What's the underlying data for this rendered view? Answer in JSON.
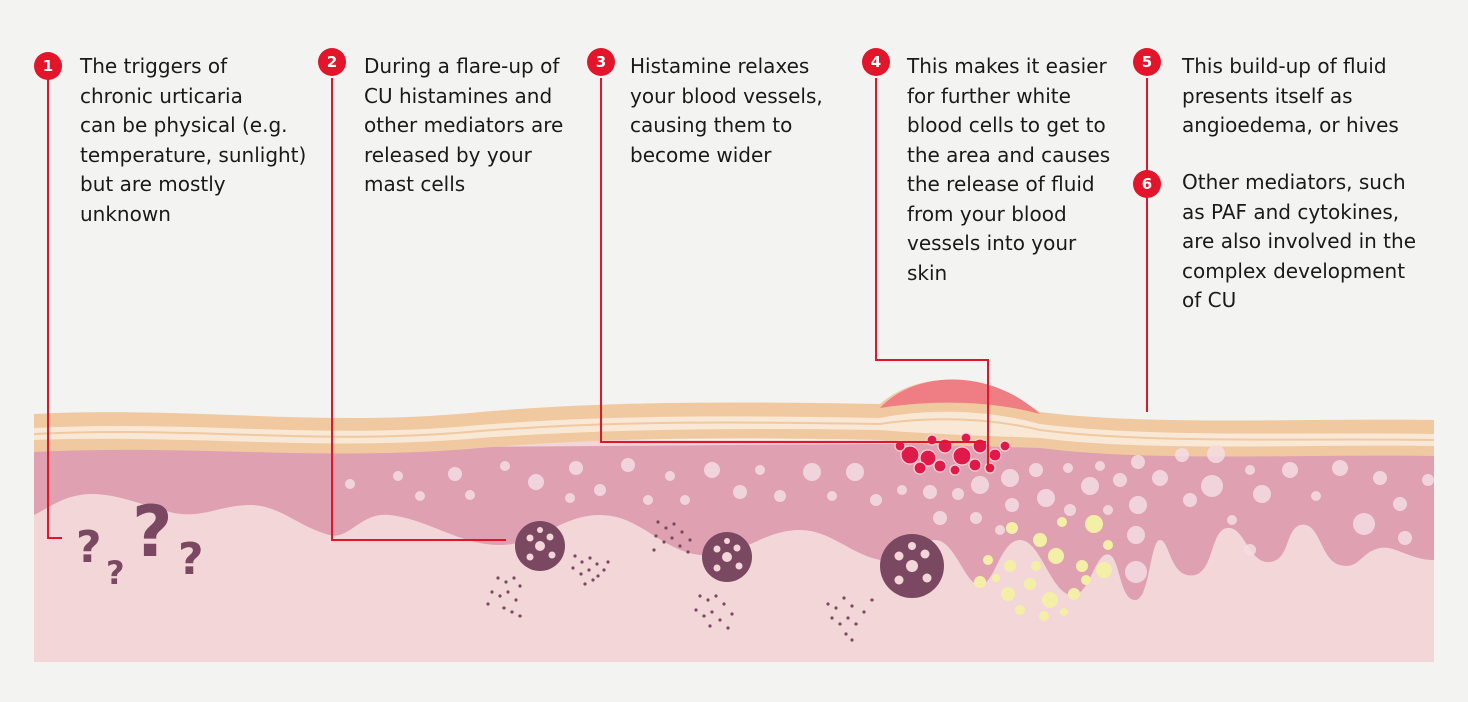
{
  "steps": [
    {
      "number": "1",
      "lines": [
        "The triggers of",
        "chronic urticaria",
        "can be physical (e.g.",
        "temperature, sunlight)",
        "but are mostly",
        "unknown"
      ]
    },
    {
      "number": "2",
      "lines": [
        "During a flare-up of",
        "CU histamines and",
        "other mediators are",
        "released by your",
        "mast cells"
      ]
    },
    {
      "number": "3",
      "lines": [
        "Histamine relaxes",
        "your blood vessels,",
        "causing them to",
        "become wider"
      ]
    },
    {
      "number": "4",
      "lines": [
        "This makes it easier",
        "for further white",
        "blood cells to get to",
        "the area and causes",
        "the release of fluid",
        "from your blood",
        "vessels into your",
        "skin"
      ]
    },
    {
      "number": "5",
      "lines": [
        "This build-up of fluid",
        "presents itself as",
        "angioedema, or hives"
      ]
    },
    {
      "number": "6",
      "lines": [
        "Other mediators, such",
        "as PAF and cytokines,",
        "are also involved in the",
        "complex development",
        "of CU"
      ]
    }
  ],
  "colors": {
    "accent": "#e3152b",
    "background": "#f3f3f1",
    "skin_deep": "#f3d6d8",
    "dermis": "#dfa1b1",
    "epidermis_band": "#f0c9a0",
    "epidermis_light": "#f9e8d6",
    "mast_cell": "#7b4862",
    "fluid_yellow": "#f4efa6",
    "hive": "#ee7d84"
  }
}
